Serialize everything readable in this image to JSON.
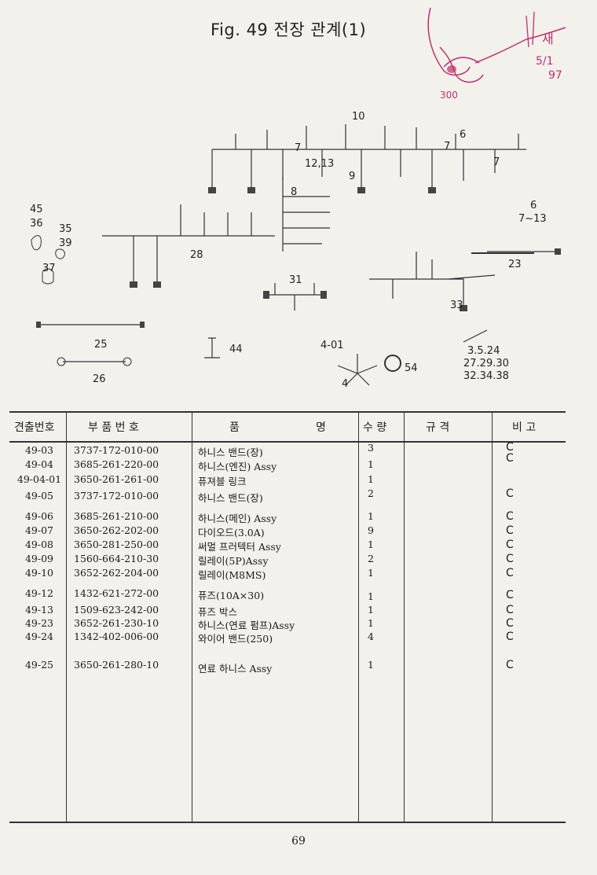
{
  "title": "Fig. 49  전장 관계(1)",
  "handwriting": [
    "새",
    "5/1",
    "97",
    "300"
  ],
  "diagram": {
    "callouts": [
      "10",
      "6",
      "7",
      "7",
      "7",
      "12,13",
      "9",
      "8",
      "6",
      "7~13",
      "45",
      "36",
      "35",
      "39",
      "37",
      "28",
      "31",
      "23",
      "33",
      "25",
      "44",
      "4-01",
      "4",
      "54",
      "3.5.24",
      "27.29.30",
      "32.34.38",
      "26"
    ]
  },
  "table": {
    "headers": {
      "ref": "견출번호",
      "part": "부 품 번 호",
      "name_a": "품",
      "name_b": "명",
      "qty": "수 량",
      "spec": "규 격",
      "remark": "비 고"
    },
    "rows": [
      {
        "ref": "49-03",
        "part": "3737-172-010-00",
        "name": "하니스 밴드(장)",
        "qty": "3",
        "remark": "C"
      },
      {
        "ref": "49-04",
        "part": "3685-261-220-00",
        "name": "하니스(엔진) Assy",
        "qty": "1",
        "remark": "C"
      },
      {
        "ref": "49-04-01",
        "part": "3650-261-261-00",
        "name": "퓨져블 링크",
        "qty": "1",
        "remark": ""
      },
      {
        "ref": "49-05",
        "part": "3737-172-010-00",
        "name": "하니스 밴드(장)",
        "qty": "2",
        "remark": "C"
      },
      {
        "ref": "49-06",
        "part": "3685-261-210-00",
        "name": "하니스(메인) Assy",
        "qty": "1",
        "remark": "C"
      },
      {
        "ref": "49-07",
        "part": "3650-262-202-00",
        "name": "다이오드(3.0A)",
        "qty": "9",
        "remark": "C"
      },
      {
        "ref": "49-08",
        "part": "3650-281-250-00",
        "name": "써멀 프러텍터 Assy",
        "qty": "1",
        "remark": "C"
      },
      {
        "ref": "49-09",
        "part": "1560-664-210-30",
        "name": "릴레이(5P)Assy",
        "qty": "2",
        "remark": "C"
      },
      {
        "ref": "49-10",
        "part": "3652-262-204-00",
        "name": "릴레이(M8MS)",
        "qty": "1",
        "remark": "C"
      },
      {
        "ref": "49-12",
        "part": "1432-621-272-00",
        "name": "퓨즈(10A×30)",
        "qty": "1",
        "remark": "C"
      },
      {
        "ref": "49-13",
        "part": "1509-623-242-00",
        "name": "퓨즈 박스",
        "qty": "1",
        "remark": "C"
      },
      {
        "ref": "49-23",
        "part": "3652-261-230-10",
        "name": "하니스(연료 펌프)Assy",
        "qty": "1",
        "remark": "C"
      },
      {
        "ref": "49-24",
        "part": "1342-402-006-00",
        "name": "와이어 밴드(250)",
        "qty": "4",
        "remark": "C"
      },
      {
        "ref": "49-25",
        "part": "3650-261-280-10",
        "name": "연료 하니스 Assy",
        "qty": "1",
        "remark": "C"
      }
    ]
  },
  "page_number": "69"
}
